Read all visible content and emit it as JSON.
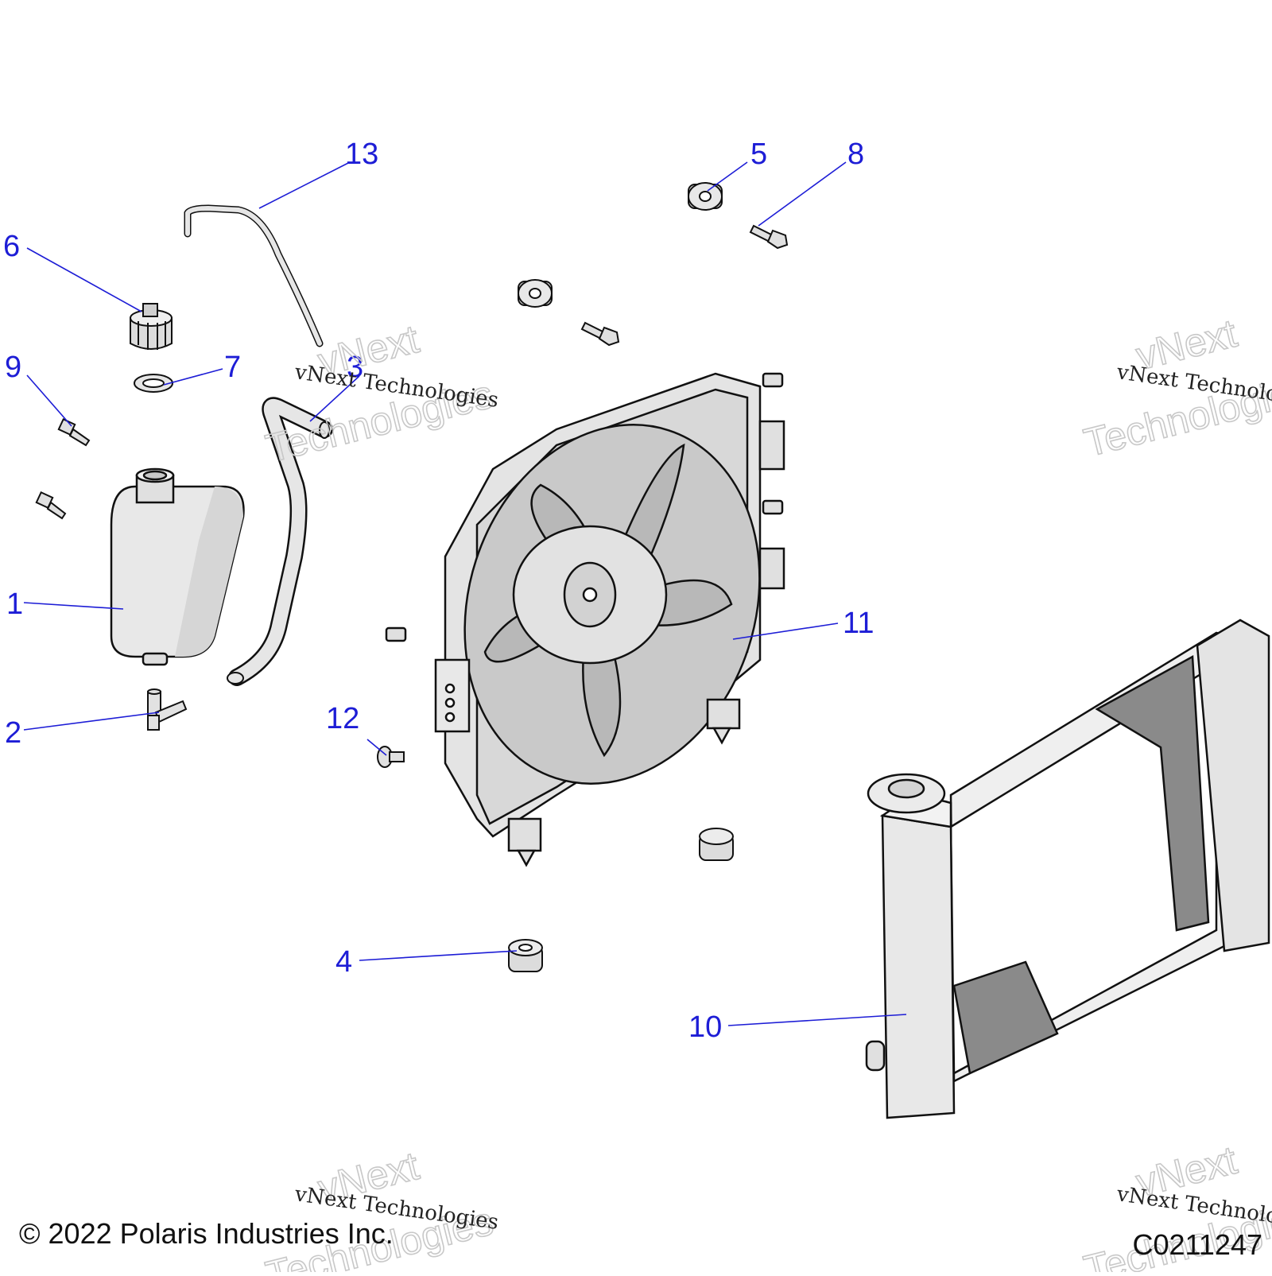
{
  "colors": {
    "callout": "#1d1dd6",
    "part_fill": "#e6e6e6",
    "part_shade": "#c4c4c4",
    "outline": "#111111",
    "watermark": "#c8c8c8"
  },
  "callouts": [
    {
      "id": "1",
      "label": "1"
    },
    {
      "id": "2",
      "label": "2"
    },
    {
      "id": "3",
      "label": "3"
    },
    {
      "id": "4",
      "label": "4"
    },
    {
      "id": "5",
      "label": "5"
    },
    {
      "id": "6",
      "label": "6"
    },
    {
      "id": "7",
      "label": "7"
    },
    {
      "id": "8",
      "label": "8"
    },
    {
      "id": "9",
      "label": "9"
    },
    {
      "id": "10",
      "label": "10"
    },
    {
      "id": "11",
      "label": "11"
    },
    {
      "id": "12",
      "label": "12"
    },
    {
      "id": "13",
      "label": "13"
    }
  ],
  "watermark": {
    "brand_line1": "vNext",
    "brand_line2": "Technologies",
    "caption": "vNext Technologies"
  },
  "footer": {
    "copyright": "© 2022 Polaris Industries Inc.",
    "figure_code": "C0211247"
  }
}
